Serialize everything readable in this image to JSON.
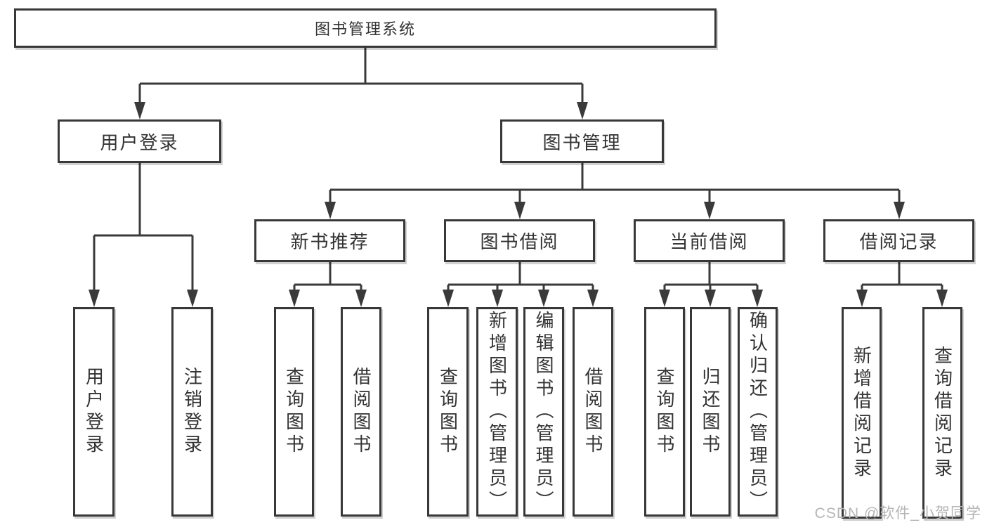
{
  "diagram": {
    "title_node": "图书管理系统",
    "branches": [
      {
        "label": "用户登录",
        "children": [
          {
            "label": "用户登录"
          },
          {
            "label": "注销登录"
          }
        ]
      },
      {
        "label": "图书管理",
        "children": [
          {
            "label": "新书推荐",
            "children": [
              {
                "label": "查询图书"
              },
              {
                "label": "借阅图书"
              }
            ]
          },
          {
            "label": "图书借阅",
            "children": [
              {
                "label": "查询图书"
              },
              {
                "label": "新增图书（管理员）"
              },
              {
                "label": "编辑图书（管理员）"
              },
              {
                "label": "借阅图书"
              }
            ]
          },
          {
            "label": "当前借阅",
            "children": [
              {
                "label": "查询图书"
              },
              {
                "label": "归还图书"
              },
              {
                "label": "确认归还（管理员）"
              }
            ]
          },
          {
            "label": "借阅记录",
            "children": [
              {
                "label": "新增借阅记录"
              },
              {
                "label": "查询借阅记录"
              }
            ]
          }
        ]
      }
    ]
  },
  "watermark": {
    "text": "CSDN @软件_小贺同学",
    "color": "#b5b5b5"
  },
  "colors": {
    "line": "#3a3a3a",
    "border": "#383838",
    "text": "#333333",
    "background": "#ffffff"
  }
}
